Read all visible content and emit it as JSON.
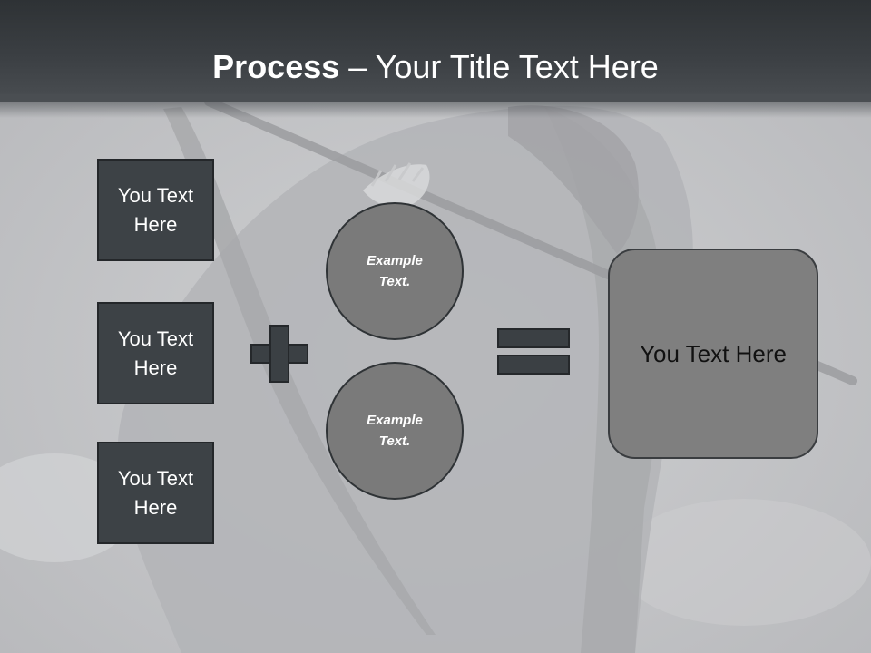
{
  "title": {
    "bold_part": "Process",
    "rest": " – Your Title Text Here"
  },
  "left_boxes": [
    {
      "label": "You Text Here"
    },
    {
      "label": "You Text Here"
    },
    {
      "label": "You Text Here"
    }
  ],
  "circles": [
    {
      "label": "Example Text."
    },
    {
      "label": "Example Text."
    }
  ],
  "result": {
    "label": "You Text Here"
  }
}
